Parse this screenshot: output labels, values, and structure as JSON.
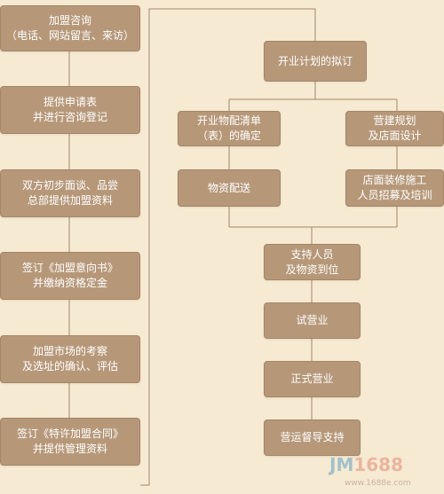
{
  "left_column": [
    {
      "id": "L1",
      "text": "加盟咨询\n（电话、网站留言、来访）"
    },
    {
      "id": "L2",
      "text": "提供申请表\n并进行咨询登记"
    },
    {
      "id": "L3",
      "text": "双方初步面谈、品尝\n总部提供加盟资料"
    },
    {
      "id": "L4",
      "text": "签订《加盟意向书》\n并缴纳资格定金"
    },
    {
      "id": "L5",
      "text": "加盟市场的考察\n及选址的确认、评估"
    },
    {
      "id": "L6",
      "text": "签订《特许加盟合同》\n并提供管理资料"
    }
  ],
  "right_column": {
    "plan": "开业计划的拟订",
    "branch_left": [
      "开业物配清单\n（表）的确定",
      "物资配送"
    ],
    "branch_right": [
      "营建规划\n及店面设计",
      "店面装修施工\n人员招募及培训"
    ],
    "merge": "支持人员\n及物资到位",
    "trial": "试营业",
    "open": "正式营业",
    "support": "营运督导支持"
  },
  "watermark": {
    "logo_prefix": "JM",
    "logo_number": "1688",
    "url": "www.1688e.com"
  },
  "colors": {
    "background": "#f6ead3",
    "box_fill": "#b69879",
    "line": "#a58564",
    "text": "#ffffff"
  }
}
